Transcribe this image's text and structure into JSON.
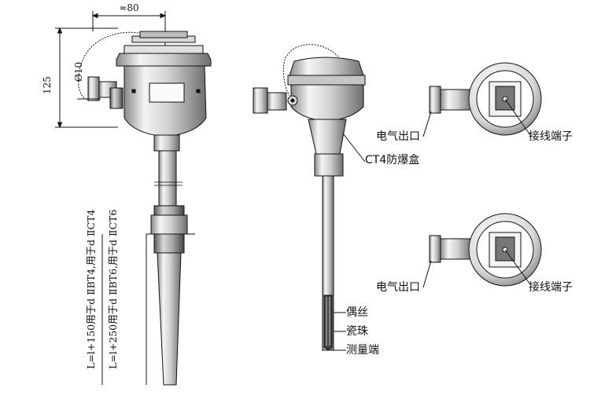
{
  "dimensions": {
    "width_approx": "≈80",
    "height": "125",
    "diameter": "Ø10"
  },
  "length_notes": {
    "ct4": "L=l+150用于d ⅡBT4,用于d ⅡCT4",
    "ct6": "L=l+250用于d ⅡBT6,用于d ⅡCT6"
  },
  "callouts": {
    "box": "CT4防爆盒",
    "thermocouple_wire": "偶丝",
    "ceramic_bead": "瓷珠",
    "measuring_end": "测量端"
  },
  "top_view_1": {
    "outlet": "电气出口",
    "terminal": "接线端子"
  },
  "top_view_2": {
    "outlet": "电气出口",
    "terminal": "接线端子"
  }
}
